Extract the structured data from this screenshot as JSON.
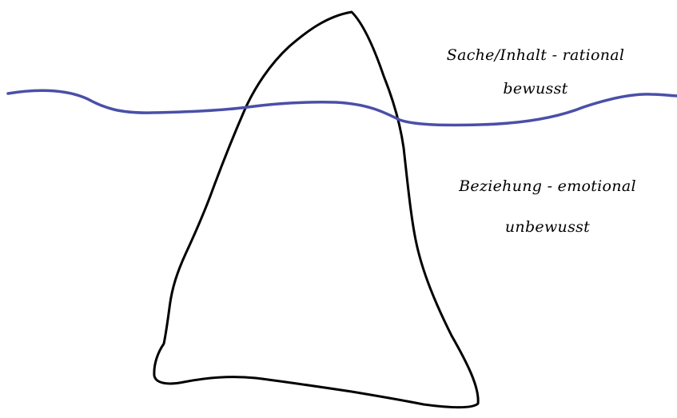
{
  "iceberg": {
    "above_water": {
      "line1": "Sache/Inhalt - rational",
      "line2": "bewusst"
    },
    "below_water": {
      "line1": "Beziehung - emotional",
      "line2": "unbewusst"
    }
  },
  "colors": {
    "water_line": "#4a4fa8",
    "iceberg_outline": "#000000",
    "background": "#ffffff",
    "text": "#000000"
  }
}
